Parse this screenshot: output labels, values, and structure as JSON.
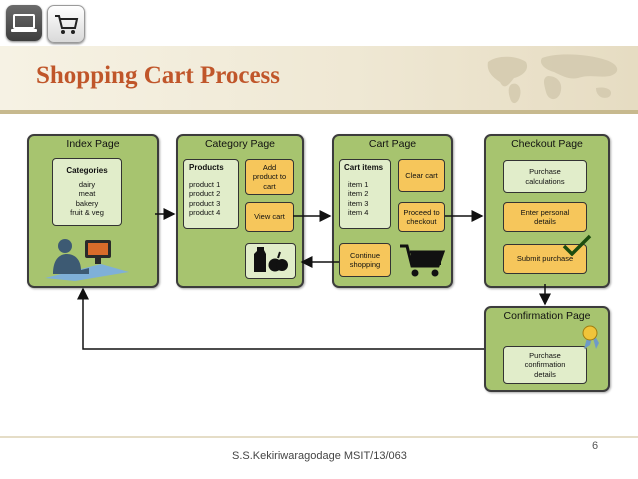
{
  "slide": {
    "title": "Shopping Cart Process",
    "footer": "S.S.Kekiriwaragodage  MSIT/13/063",
    "page_number": "6"
  },
  "top_icons": [
    "laptop-icon",
    "shopping-cart-icon"
  ],
  "index_page": {
    "title": "Index Page",
    "categories_heading": "Categories",
    "categories": [
      "dairy",
      "meat",
      "bakery",
      "fruit & veg"
    ]
  },
  "category_page": {
    "title": "Category Page",
    "products_heading": "Products",
    "products": [
      "product 1",
      "product 2",
      "product 3",
      "product 4"
    ],
    "add_to_cart": "Add product to cart",
    "view_cart": "View cart"
  },
  "cart_page": {
    "title": "Cart Page",
    "items_heading": "Cart items",
    "items": [
      "item 1",
      "item 2",
      "item 3",
      "item 4"
    ],
    "clear_cart": "Clear cart",
    "proceed": "Proceed to checkout",
    "continue": "Continue shopping"
  },
  "checkout_page": {
    "title": "Checkout Page",
    "steps": [
      "Purchase calculations",
      "Enter personal details",
      "Submit purchase"
    ]
  },
  "confirmation_page": {
    "title": "Confirmation Page",
    "details": "Purchase confirmation details"
  },
  "colors": {
    "title": "#c0562a",
    "panel": "#a7c46f",
    "box_light": "#e1edca",
    "box_action": "#f6c65b",
    "banner": "#efe8d4"
  }
}
